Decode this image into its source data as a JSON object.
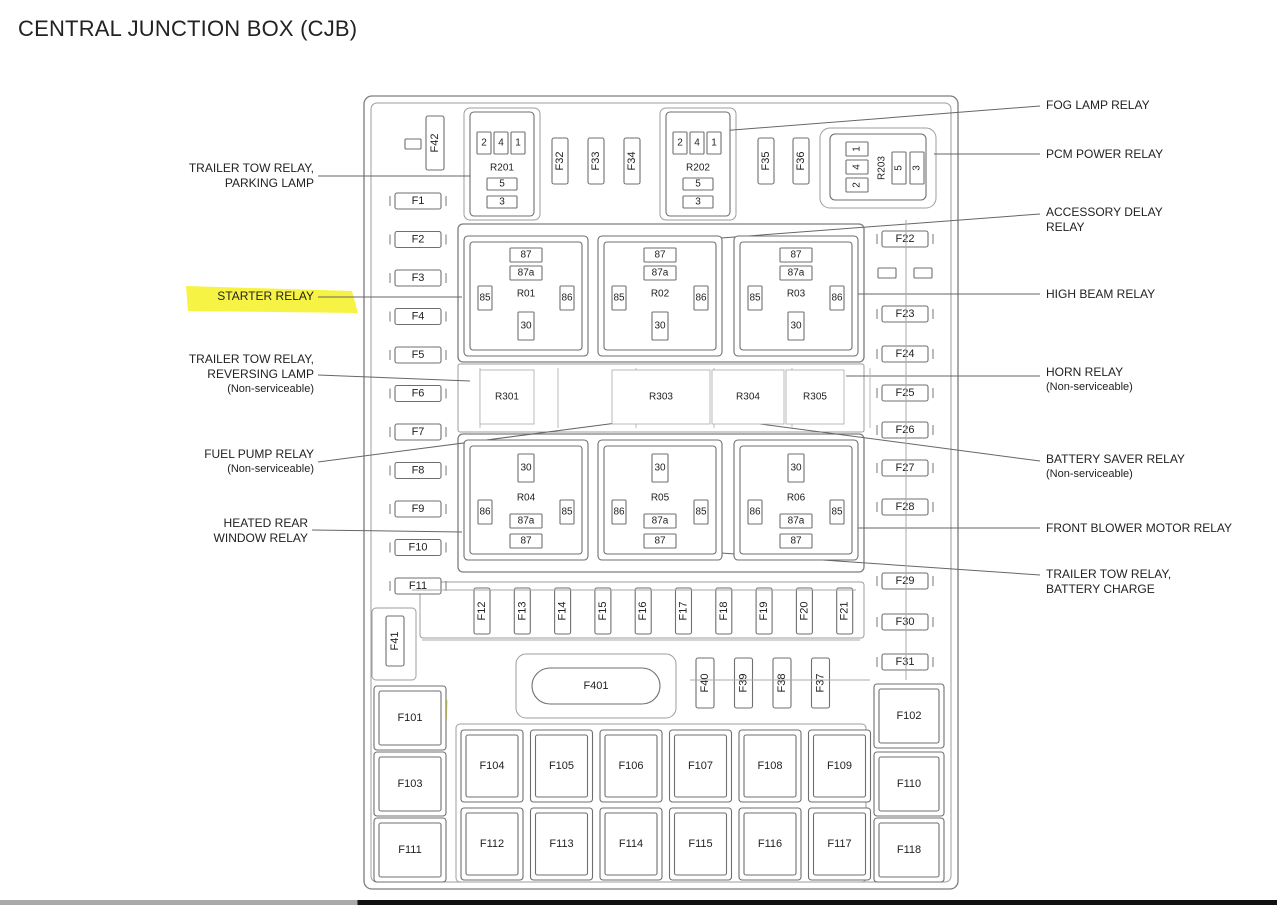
{
  "title": "CENTRAL JUNCTION BOX (CJB)",
  "accent_color": "#f7f23a",
  "callouts": {
    "left": [
      {
        "lines": [
          "TRAILER TOW RELAY,",
          "PARKING LAMP"
        ],
        "highlight": false
      },
      {
        "lines": [
          "STARTER RELAY"
        ],
        "highlight": true
      },
      {
        "lines": [
          "TRAILER TOW RELAY,",
          "REVERSING LAMP",
          "(Non-serviceable)"
        ],
        "highlight": false
      },
      {
        "lines": [
          "FUEL PUMP RELAY",
          "(Non-serviceable)"
        ],
        "highlight": false
      },
      {
        "lines": [
          "HEATED REAR",
          "WINDOW RELAY"
        ],
        "highlight": false
      }
    ],
    "right": [
      {
        "lines": [
          "FOG LAMP RELAY"
        ]
      },
      {
        "lines": [
          "PCM POWER RELAY"
        ]
      },
      {
        "lines": [
          "ACCESSORY DELAY",
          "RELAY"
        ]
      },
      {
        "lines": [
          "HIGH BEAM RELAY"
        ]
      },
      {
        "lines": [
          "HORN RELAY",
          "(Non-serviceable)"
        ]
      },
      {
        "lines": [
          "BATTERY SAVER RELAY",
          "(Non-serviceable)"
        ]
      },
      {
        "lines": [
          "FRONT BLOWER MOTOR RELAY"
        ]
      },
      {
        "lines": [
          "TRAILER TOW RELAY,",
          "BATTERY CHARGE"
        ]
      }
    ]
  },
  "fuses": {
    "left_column": [
      "F1",
      "F2",
      "F3",
      "F4",
      "F5",
      "F6",
      "F7",
      "F8",
      "F9",
      "F10",
      "F11"
    ],
    "right_column": [
      "F22",
      "F23",
      "F24",
      "F25",
      "F26",
      "F27",
      "F28",
      "F29",
      "F30",
      "F31"
    ],
    "vertical_row": [
      "F12",
      "F13",
      "F14",
      "F15",
      "F16",
      "F17",
      "F18",
      "F19",
      "F20",
      "F21"
    ],
    "top_small": [
      "F42",
      "F32",
      "F33",
      "F34",
      "F35",
      "F36"
    ],
    "f41": "F41",
    "f401": "F401",
    "mid_vertical": [
      "F40",
      "F39",
      "F38",
      "F37"
    ]
  },
  "maxi_fuses": {
    "row1": [
      "F104",
      "F105",
      "F106",
      "F107",
      "F108",
      "F109"
    ],
    "row2": [
      "F112",
      "F113",
      "F114",
      "F115",
      "F116",
      "F117"
    ],
    "left": [
      "F101",
      "F103",
      "F111"
    ],
    "right": [
      "F102",
      "F110",
      "F118"
    ],
    "highlighted": "F101"
  },
  "mini_relays": [
    {
      "id": "R201",
      "pins_top": [
        "2",
        "4",
        "1"
      ],
      "pins_bottom": [
        "5",
        "3"
      ]
    },
    {
      "id": "R202",
      "pins_top": [
        "2",
        "4",
        "1"
      ],
      "pins_bottom": [
        "5",
        "3"
      ]
    }
  ],
  "r203": {
    "id": "R203",
    "pins": [
      "1",
      "4",
      "2",
      "5",
      "3"
    ]
  },
  "top_relays": [
    {
      "id": "R01",
      "pins": [
        "87",
        "87a",
        "85",
        "86",
        "30"
      ]
    },
    {
      "id": "R02",
      "pins": [
        "87",
        "87a",
        "85",
        "86",
        "30"
      ]
    },
    {
      "id": "R03",
      "pins": [
        "87",
        "87a",
        "85",
        "86",
        "30"
      ]
    }
  ],
  "bottom_relays": [
    {
      "id": "R04",
      "pins": [
        "30",
        "86",
        "85",
        "87a",
        "87"
      ]
    },
    {
      "id": "R05",
      "pins": [
        "30",
        "86",
        "85",
        "87a",
        "87"
      ]
    },
    {
      "id": "R06",
      "pins": [
        "30",
        "86",
        "85",
        "87a",
        "87"
      ]
    }
  ],
  "solid_state_relays": [
    "R301",
    "R303",
    "R304",
    "R305"
  ]
}
